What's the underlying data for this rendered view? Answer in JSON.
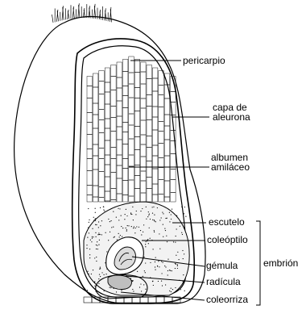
{
  "labels": {
    "pericarpio": "pericarpio",
    "capa_line1": "capa de",
    "capa_line2": "aleurona",
    "albumen_line1": "albumen",
    "albumen_line2": "amiláceo",
    "escutelo": "escutelo",
    "coleoptilo": "coleóptilo",
    "gemula": "gémula",
    "radicula": "radícula",
    "coleorriza": "coleorriza",
    "embrion": "embrión"
  },
  "colors": {
    "ink": "#000000",
    "paper": "#ffffff"
  }
}
